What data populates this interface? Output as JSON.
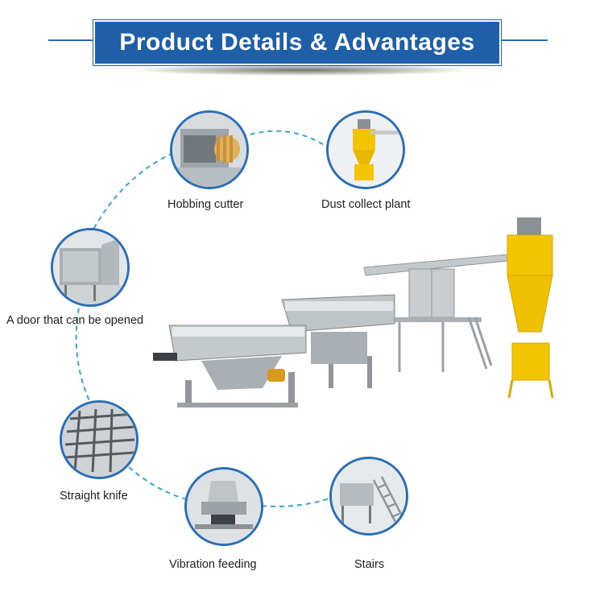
{
  "header": {
    "title": "Product Details & Advantages"
  },
  "features": [
    {
      "label": "Hobbing cutter"
    },
    {
      "label": "Dust collect plant"
    },
    {
      "label": "A door that can be opened"
    },
    {
      "label": "Straight knife"
    },
    {
      "label": "Vibration feeding"
    },
    {
      "label": "Stairs"
    }
  ],
  "colors": {
    "accent": "#1f5fa8",
    "dashed_line": "#3aa0d8",
    "machine_yellow": "#f3c400",
    "steel": "#b9bec2"
  }
}
